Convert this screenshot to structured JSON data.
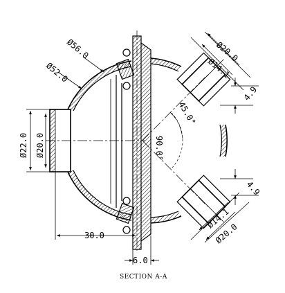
{
  "dimensions": {
    "d56": "Ø56.0",
    "d52": "Ø52.0",
    "d22": "Ø22.0",
    "d20_left": "Ø20.0",
    "len30": "30.0",
    "len6": "6.0",
    "angle45": "45.0°",
    "angle90": "90.0°",
    "d20_top": "Ø20.0",
    "d14_top": "Ø14.1",
    "dist49_top": "4.9",
    "d20_bottom": "Ø20.0",
    "d14_bottom": "Ø14.1",
    "dist49_bottom": "4.9"
  },
  "caption": "SECTION A-A",
  "colors": {
    "line": "#000000",
    "hatch": "#000000",
    "background": "#ffffff"
  }
}
